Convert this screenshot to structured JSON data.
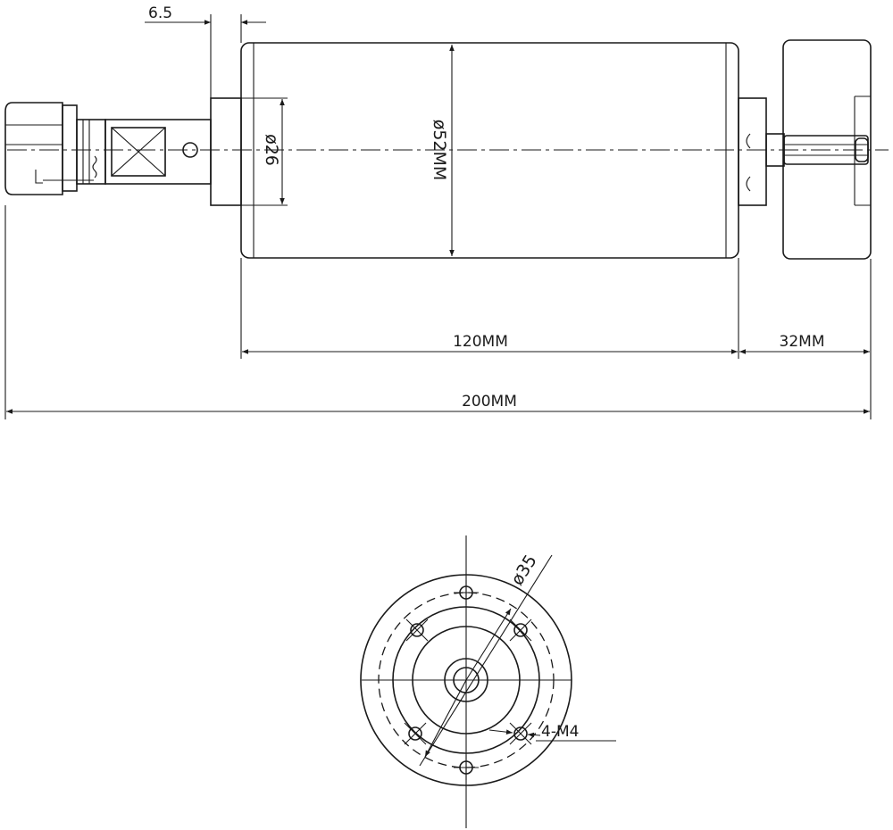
{
  "dimensions": {
    "flange_thickness": "6.5",
    "body_diameter": "ø52MM",
    "flange_diameter": "ø26",
    "body_length": "120MM",
    "shaft_length": "32MM",
    "overall_length": "200MM",
    "bolt_circle": "ø35",
    "mounting_holes": "4-M4"
  },
  "colors": {
    "line": "#1a1a1a",
    "background": "#ffffff"
  }
}
